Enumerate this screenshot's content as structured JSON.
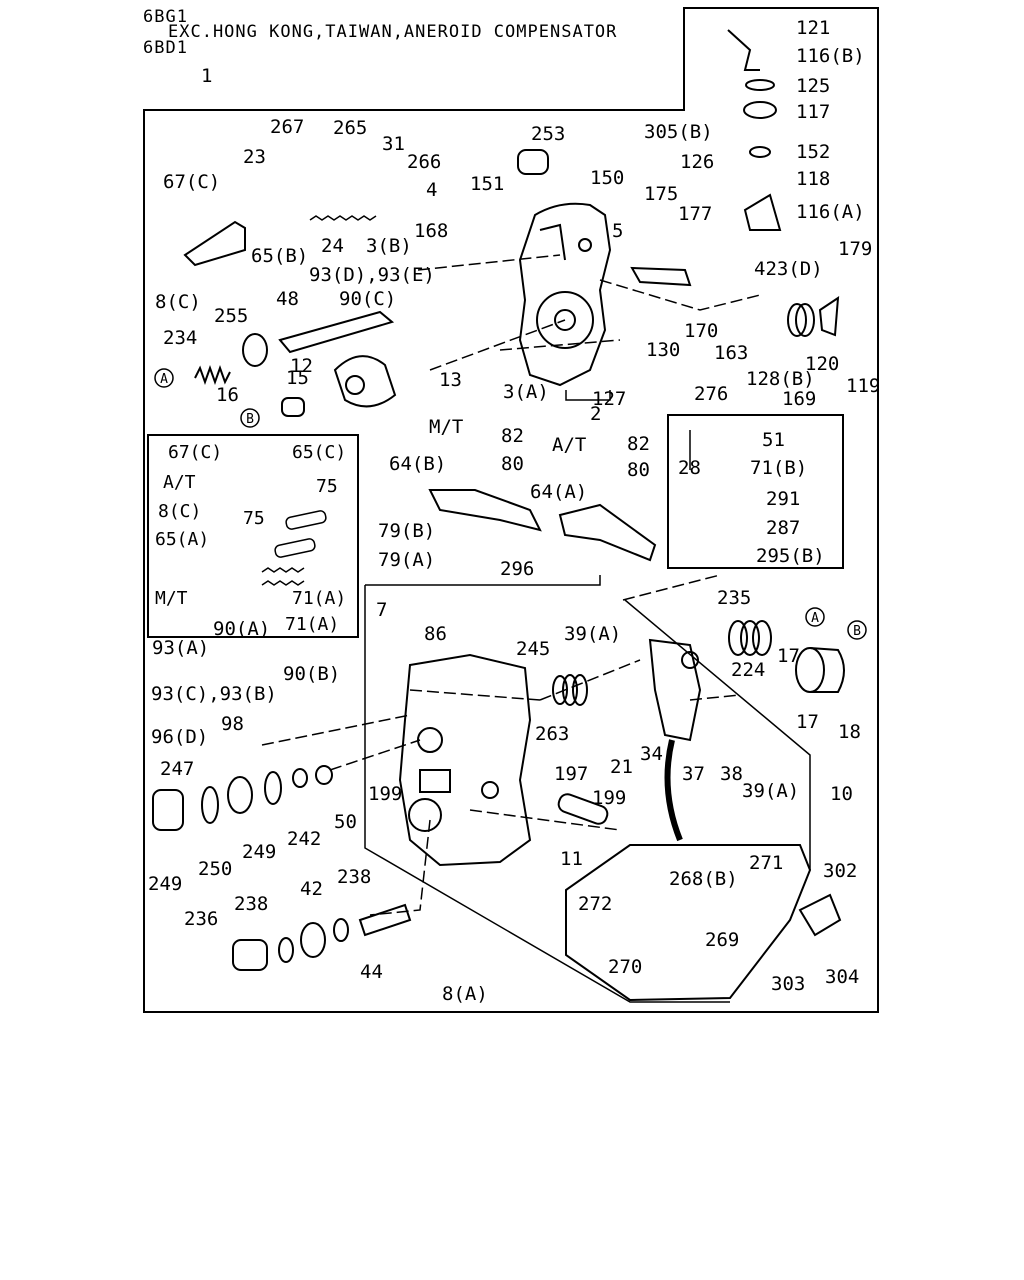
{
  "header": {
    "line1": "6BG1",
    "line2": "EXC.HONG KONG,TAIWAN,ANEROID COMPENSATOR",
    "line3": "6BD1"
  },
  "callouts": {
    "c121": "121",
    "c116b": "116(B)",
    "c125": "125",
    "c117": "117",
    "c305b": "305(B)",
    "c126": "126",
    "c152": "152",
    "c118": "118",
    "c116a": "116(A)",
    "c179": "179",
    "c423d": "423(D)",
    "c253": "253",
    "c267": "267",
    "c265": "265",
    "c31": "31",
    "c266": "266",
    "c23": "23",
    "c4": "4",
    "c67c": "67(C)",
    "c151": "151",
    "c150": "150",
    "c175": "175",
    "c177": "177",
    "c168": "168",
    "c5": "5",
    "c3b": "3(B)",
    "c24": "24",
    "c65b": "65(B)",
    "c93de": "93(D),93(E)",
    "c8c": "8(C)",
    "c90c": "90(C)",
    "c48": "48",
    "c234": "234",
    "c255": "255",
    "c12": "12",
    "c13": "13",
    "c127": "127",
    "c130": "130",
    "c170": "170",
    "c163": "163",
    "c128b": "128(B)",
    "c169": "169",
    "c120": "120",
    "c119": "119",
    "c16": "16",
    "c15": "15",
    "c3a": "3(A)",
    "c2": "2",
    "c276": "276",
    "c1": "1",
    "mt1": "M/T",
    "c82a": "82",
    "c80a": "80",
    "c64b": "64(B)",
    "at1": "A/T",
    "c82b": "82",
    "c80b": "80",
    "c64a": "64(A)",
    "c79b": "79(B)",
    "c79a": "79(A)",
    "c296": "296",
    "c51": "51",
    "c28": "28",
    "c71b": "71(B)",
    "c291": "291",
    "c287": "287",
    "c295b": "295(B)",
    "b67c": "67(C)",
    "b65c": "65(C)",
    "bat": "A/T",
    "b75a": "75",
    "b8c": "8(C)",
    "b75b": "75",
    "b65a": "65(A)",
    "bmt": "M/T",
    "b71a1": "71(A)",
    "b71a2": "71(A)",
    "c7": "7",
    "c86": "86",
    "c90a": "90(A)",
    "c93a": "93(A)",
    "c90b": "90(B)",
    "c93cb": "93(C),93(B)",
    "c98": "98",
    "c96d": "96(D)",
    "c247": "247",
    "c249a": "249",
    "c250": "250",
    "c249b": "249",
    "c242": "242",
    "c50": "50",
    "c199a": "199",
    "c197": "197",
    "c199b": "199",
    "c11": "11",
    "c245": "245",
    "c39a1": "39(A)",
    "c263": "263",
    "c21": "21",
    "c34": "34",
    "c37": "37",
    "c38": "38",
    "c39a2": "39(A)",
    "c235": "235",
    "c224": "224",
    "c17a": "17",
    "c17b": "17",
    "c18": "18",
    "c10": "10",
    "c236": "236",
    "c238a": "238",
    "c42": "42",
    "c238b": "238",
    "c44": "44",
    "c8a": "8(A)",
    "c268b": "268(B)",
    "c271": "271",
    "c272": "272",
    "c269": "269",
    "c270": "270",
    "c302": "302",
    "c303": "303",
    "c304": "304",
    "refA1": "A",
    "refB1": "B",
    "refA2": "A",
    "refB2": "B"
  }
}
